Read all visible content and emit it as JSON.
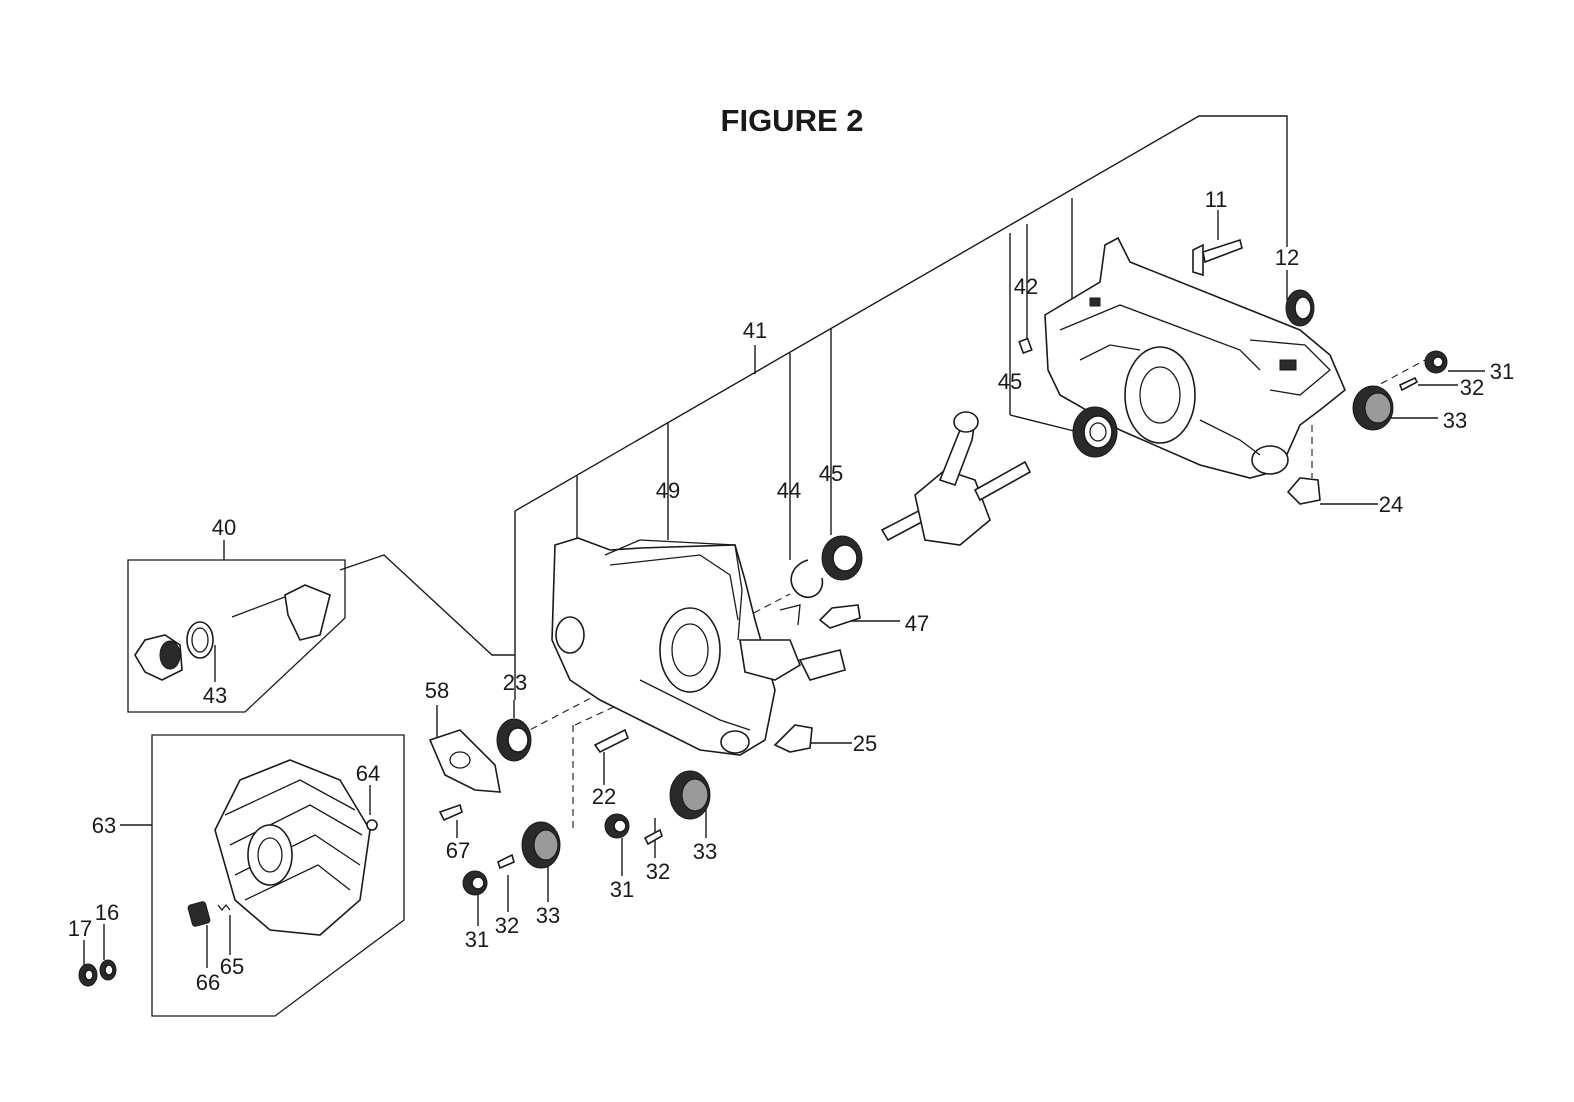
{
  "figure": {
    "title": "FIGURE 2"
  },
  "callouts": {
    "c11": "11",
    "c12": "12",
    "c42": "42",
    "c41": "41",
    "c45a": "45",
    "c31a": "31",
    "c32a": "32",
    "c33a": "33",
    "c24": "24",
    "c49": "49",
    "c44": "44",
    "c45b": "45",
    "c47": "47",
    "c40": "40",
    "c43": "43",
    "c58": "58",
    "c23": "23",
    "c25": "25",
    "c22": "22",
    "c33b": "33",
    "c33c": "33",
    "c32b": "32",
    "c31b": "31",
    "c67": "67",
    "c64": "64",
    "c63": "63",
    "c31c": "31",
    "c32c": "32",
    "c17": "17",
    "c16": "16",
    "c66": "66",
    "c65": "65"
  },
  "icons": [
    "crankcase-left-icon",
    "crankcase-right-icon",
    "crankshaft-icon",
    "flywheel-icon",
    "bearing-icon",
    "oil-pump-icon"
  ]
}
